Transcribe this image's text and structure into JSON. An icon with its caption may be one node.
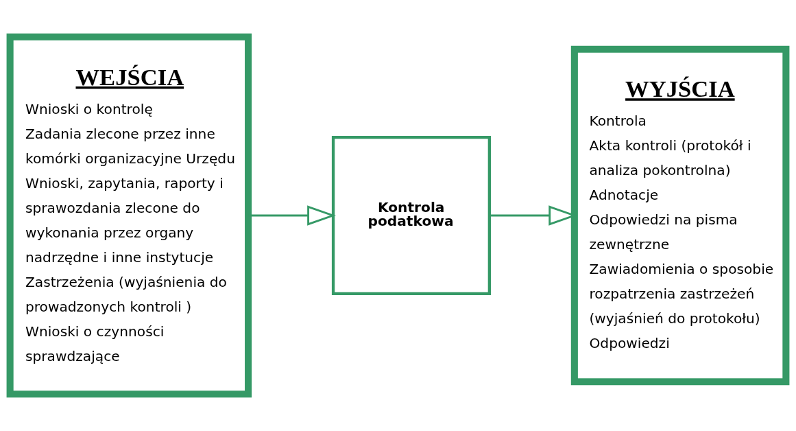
{
  "diagram": {
    "nodes": [
      {
        "text": [
          "WEJŚCIA",
          "Wnioski o kontrolę",
          "Zadania zlecone przez inne komórki organizacyjne Urzędu",
          "Wnioski, zapytania, raporty i sprawozdania zlecone do wykonania przez organy nadrzędne i inne instytucje",
          "Zastrzeżenia (wyjaśnienia do prowadzonych kontroli )",
          "Wnioski o czynności sprawdzające"
        ]
      },
      {
        "text": [
          "Kontrola podatkowa"
        ]
      },
      {
        "text": [
          "WYJŚCIA",
          "Kontrola",
          "Akta kontroli (protokół i analiza pokontrolna)",
          "Adnotacje",
          "Odpowiedzi na pisma zewnętrzne",
          "Zawiadomienia o sposobie rozpatrzenia zastrzeżeń (wyjaśnień do protokołu)",
          "Odpowiedzi"
        ]
      }
    ],
    "edges": [
      {
        "from": 0,
        "to": 1,
        "arrow": "to"
      },
      {
        "from": 1,
        "to": 2,
        "arrow": "to"
      }
    ]
  }
}
